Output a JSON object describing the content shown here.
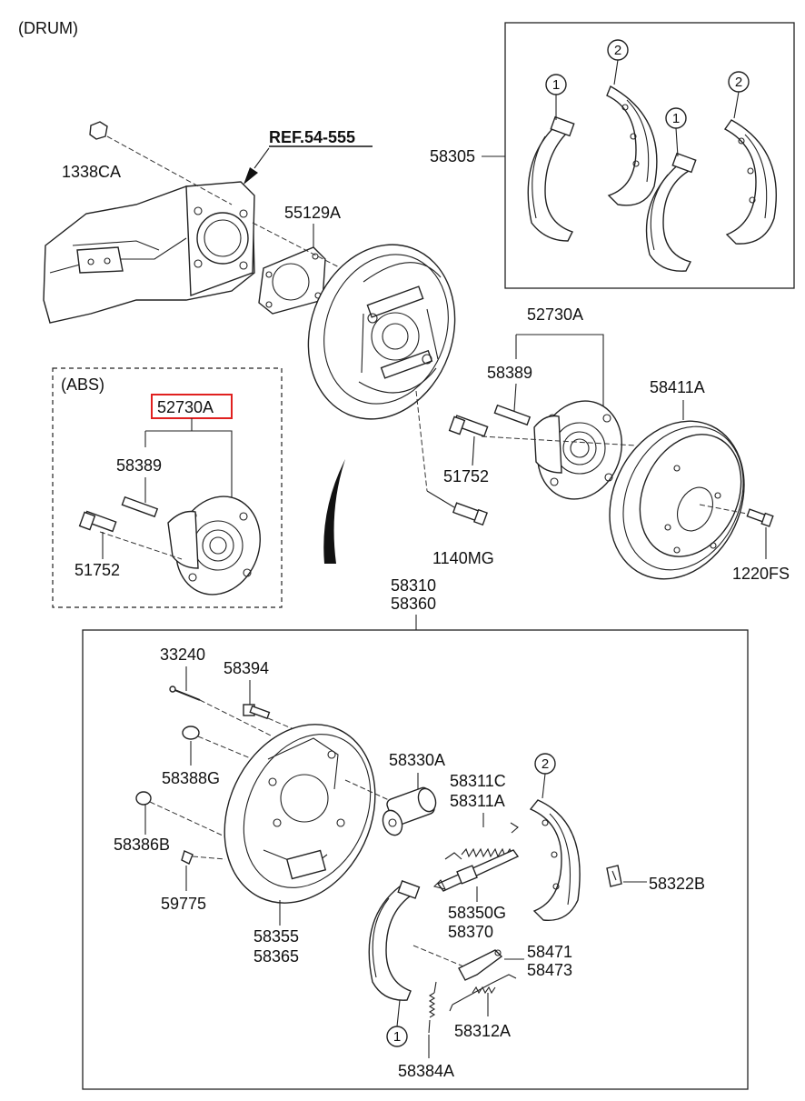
{
  "title": "(DRUM)",
  "abs_title": "(ABS)",
  "reference": "REF.54-555",
  "colors": {
    "highlight": "#e0201f",
    "lines": "#222222",
    "background": "#ffffff"
  },
  "parts": {
    "p1338CA": "1338CA",
    "p55129A": "55129A",
    "p58305": "58305",
    "p52730A_top": "52730A",
    "p58389_top": "58389",
    "p58411A": "58411A",
    "p51752_top": "51752",
    "p1140MG": "1140MG",
    "p1220FS": "1220FS",
    "p52730A_abs": "52730A",
    "p58389_abs": "58389",
    "p51752_abs": "51752",
    "p58310": "58310",
    "p58360": "58360",
    "p33240": "33240",
    "p58394": "58394",
    "p58388G": "58388G",
    "p58386B": "58386B",
    "p59775": "59775",
    "p58355": "58355",
    "p58365": "58365",
    "p58330A": "58330A",
    "p58311C": "58311C",
    "p58311A": "58311A",
    "p58350G": "58350G",
    "p58370": "58370",
    "p58322B": "58322B",
    "p58471": "58471",
    "p58473": "58473",
    "p58312A": "58312A",
    "p58384A": "58384A"
  },
  "callouts": {
    "shoe1": "1",
    "shoe2": "2"
  }
}
